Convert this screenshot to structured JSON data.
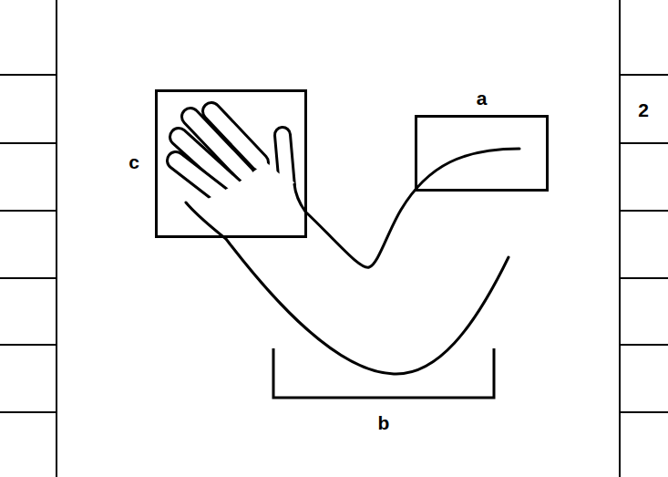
{
  "diagram": {
    "nodes": [
      {
        "text": [
          "c"
        ]
      },
      {
        "text": [
          "a"
        ]
      }
    ],
    "labels": [
      "b",
      "2"
    ]
  }
}
